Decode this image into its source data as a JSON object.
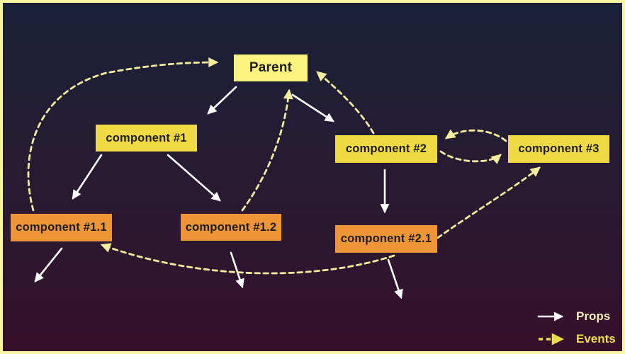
{
  "nodes": {
    "parent": {
      "label": "Parent"
    },
    "component1": {
      "label": "component #1"
    },
    "component2": {
      "label": "component #2"
    },
    "component3": {
      "label": "component #3"
    },
    "component1_1": {
      "label": "component #1.1"
    },
    "component1_2": {
      "label": "component #1.2"
    },
    "component2_1": {
      "label": "component #2.1"
    }
  },
  "edges": {
    "props": [
      {
        "from": "parent",
        "to": "component1"
      },
      {
        "from": "parent",
        "to": "component2"
      },
      {
        "from": "component1",
        "to": "component1_1"
      },
      {
        "from": "component1",
        "to": "component1_2"
      },
      {
        "from": "component2",
        "to": "component2_1"
      },
      {
        "from": "component1_1",
        "to": "descendant-offscreen"
      },
      {
        "from": "component1_2",
        "to": "descendant-offscreen"
      },
      {
        "from": "component2_1",
        "to": "descendant-offscreen"
      }
    ],
    "events": [
      {
        "from": "component1_1",
        "to": "parent"
      },
      {
        "from": "component1_2",
        "to": "parent"
      },
      {
        "from": "component2",
        "to": "parent"
      },
      {
        "from": "component3",
        "to": "component2"
      },
      {
        "from": "component2",
        "to": "component3"
      },
      {
        "from": "component2_1",
        "to": "component3"
      },
      {
        "from": "component2_1",
        "to": "component1_1"
      }
    ]
  },
  "legend": {
    "props": "Props",
    "events": "Events"
  },
  "colors": {
    "bg_top": "#1a2138",
    "bg_bottom": "#37102a",
    "border": "#f8f5a3",
    "parent_fill": "#faf47e",
    "child_fill": "#f0da43",
    "grandchild_fill": "#ee9637",
    "node_text": "#201d1e",
    "props_color": "#ffffff",
    "events_color": "#f2ec9c",
    "props_label_color": "#f5edbc",
    "events_label_color": "#efdc4a"
  }
}
